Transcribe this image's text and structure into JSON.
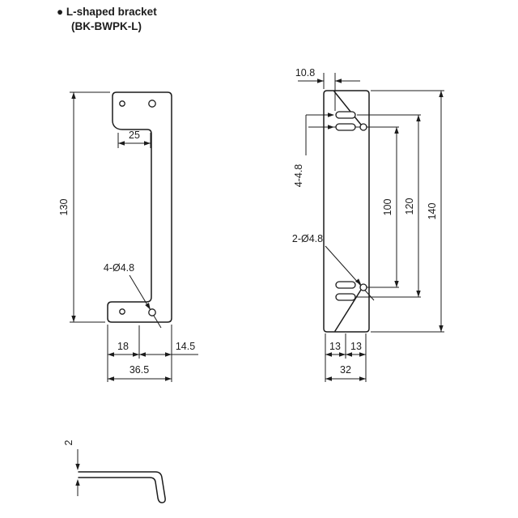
{
  "title": {
    "line1": "● L-shaped bracket",
    "line2": "(BK-BWPK-L)"
  },
  "colors": {
    "line": "#1c1c1c",
    "background": "#ffffff"
  },
  "side_view": {
    "dims": {
      "top_width": "25",
      "height": "130",
      "hole_callout": "4-Ø4.8",
      "foot_offset_left": "18",
      "foot_offset_right": "14.5",
      "foot_width": "36.5"
    }
  },
  "front_view": {
    "dims": {
      "top_offset": "10.8",
      "slot_callout": "4-4.8",
      "hole_callout": "2-Ø4.8",
      "hole_pitch": "100",
      "slot_pitch": "120",
      "overall_height": "140",
      "bottom_left": "13",
      "bottom_right": "13",
      "overall_width": "32"
    }
  },
  "thickness_view": {
    "dims": {
      "thickness": "2"
    }
  }
}
